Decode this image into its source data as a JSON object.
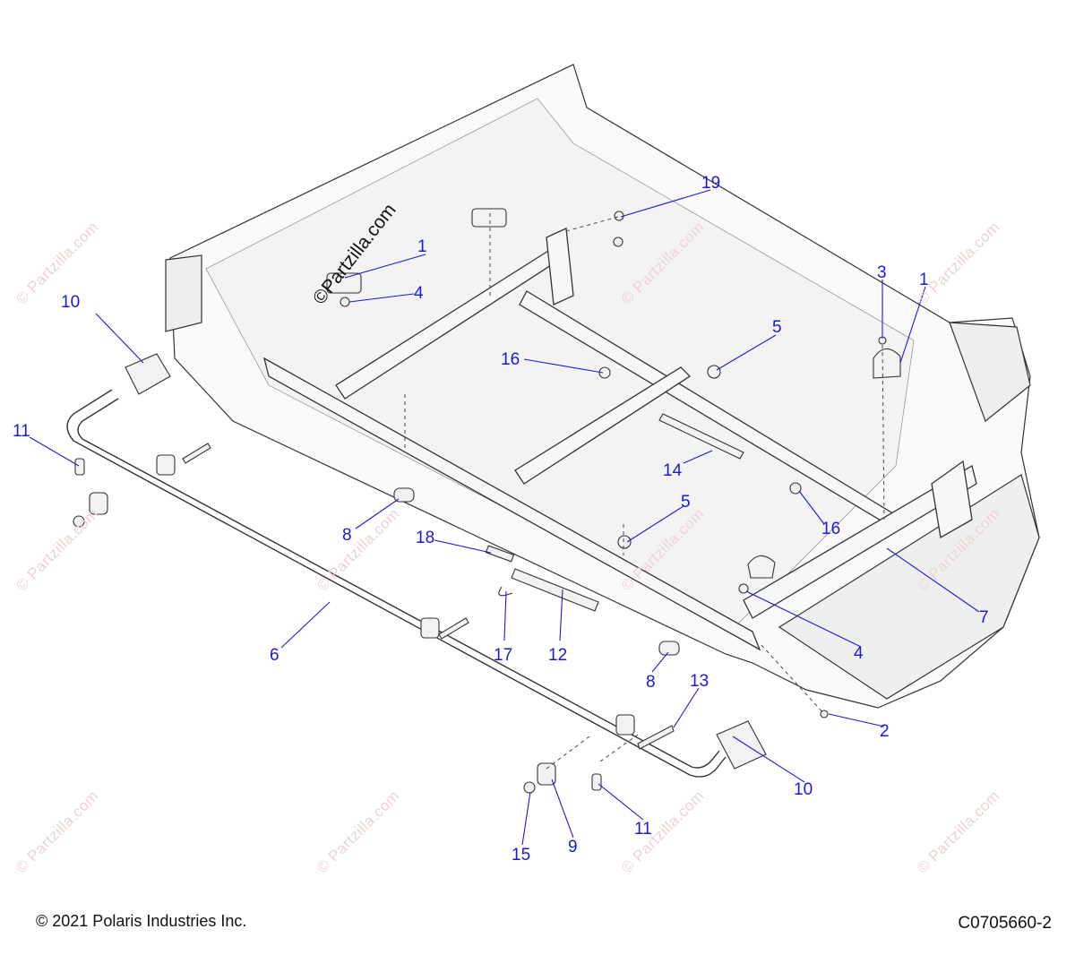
{
  "brand_watermark": "©Partzilla.com",
  "corner_watermark": "© Partzilla.com",
  "callouts": [
    "1",
    "1",
    "2",
    "3",
    "4",
    "4",
    "5",
    "5",
    "6",
    "7",
    "8",
    "8",
    "9",
    "10",
    "10",
    "11",
    "11",
    "12",
    "13",
    "14",
    "15",
    "16",
    "16",
    "17",
    "18",
    "19"
  ],
  "footer": {
    "copyright": "© 2021 Polaris Industries Inc.",
    "diagram_code": "C0705660-2"
  },
  "colors": {
    "callout": "#1a1ad6",
    "leader": "#1a1ad6",
    "outline": "#222222",
    "watermark": "#ecd3d3"
  }
}
